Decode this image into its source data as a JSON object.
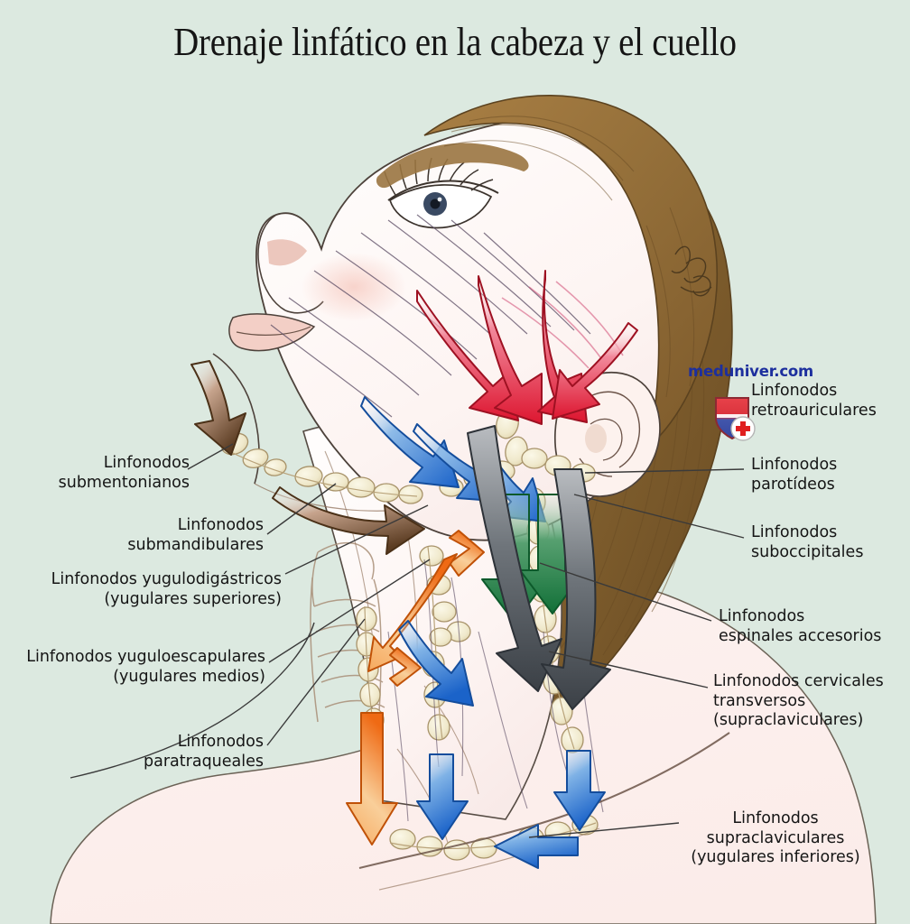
{
  "page": {
    "title": "Drenaje linfático en la cabeza y el cuello",
    "background_color": "#dce9e0",
    "body_color": "#fbf0ef",
    "hair_color": "#9a6f36",
    "text_color": "#151515"
  },
  "watermark": {
    "text": "meduniver.com",
    "color": "#1d2f9e",
    "logo_icon": "shield-red-cross-icon",
    "logo_colors": {
      "shield_top": "#e03a3a",
      "shield_bottom": "#3f52a8",
      "cross": "#e02020"
    }
  },
  "labels": {
    "submentonianos": "Linfonodos\nsubmentonianos",
    "submandibulares": "Linfonodos\nsubmandibulares",
    "yugulodigastricos": "Linfonodos yugulodigástricos\n(yugulares superiores)",
    "yuguloescapulares": "Linfonodos yuguloescapulares\n(yugulares medios)",
    "paratraqueales": "Linfonodos\nparatraqueales",
    "retroauriculares": "Linfonodos\nretroauriculares",
    "parotideos": "Linfonodos\nparotídeos",
    "suboccipitales": "Linfonodos\nsuboccipitales",
    "espinales_accesorios": "Linfonodos\nespinales accesorios",
    "cervicales_transversos": "Linfonodos cervicales\ntransversos\n(supraclaviculares)",
    "supraclaviculares": "Linfonodos\nsupraclaviculares\n(yugulares inferiores)"
  },
  "arrows": {
    "scalp_to_parotid": {
      "name": "red-arrows-scalp",
      "color": "#e0203a",
      "count": 3
    },
    "face_to_submandibular": {
      "name": "blue-arrows-face",
      "color": "#2a6fd4",
      "count": 3
    },
    "chin_to_submental": {
      "name": "brown-arrows-chin",
      "color": "#6b4a2f",
      "count": 2
    },
    "deep_cervical_green": {
      "name": "green-arrows-cervical",
      "color": "#1d7a3e",
      "count": 2
    },
    "jugular_trunk_gray": {
      "name": "gray-arrows-jugular",
      "color": "#4a4f55",
      "count": 2
    },
    "paratracheal_orange": {
      "name": "orange-double-arrow-paratracheal",
      "color": "#ef7d21",
      "count": 1
    },
    "supraclavicular_blue": {
      "name": "blue-arrows-supraclavicular",
      "color": "#2a6fd4",
      "count": 3
    }
  },
  "anatomy": {
    "figure": "female-head-neck-profile",
    "node_chain_color": "#efe9cd",
    "node_outline_color": "#a8936a",
    "signature": "artist-signature"
  }
}
